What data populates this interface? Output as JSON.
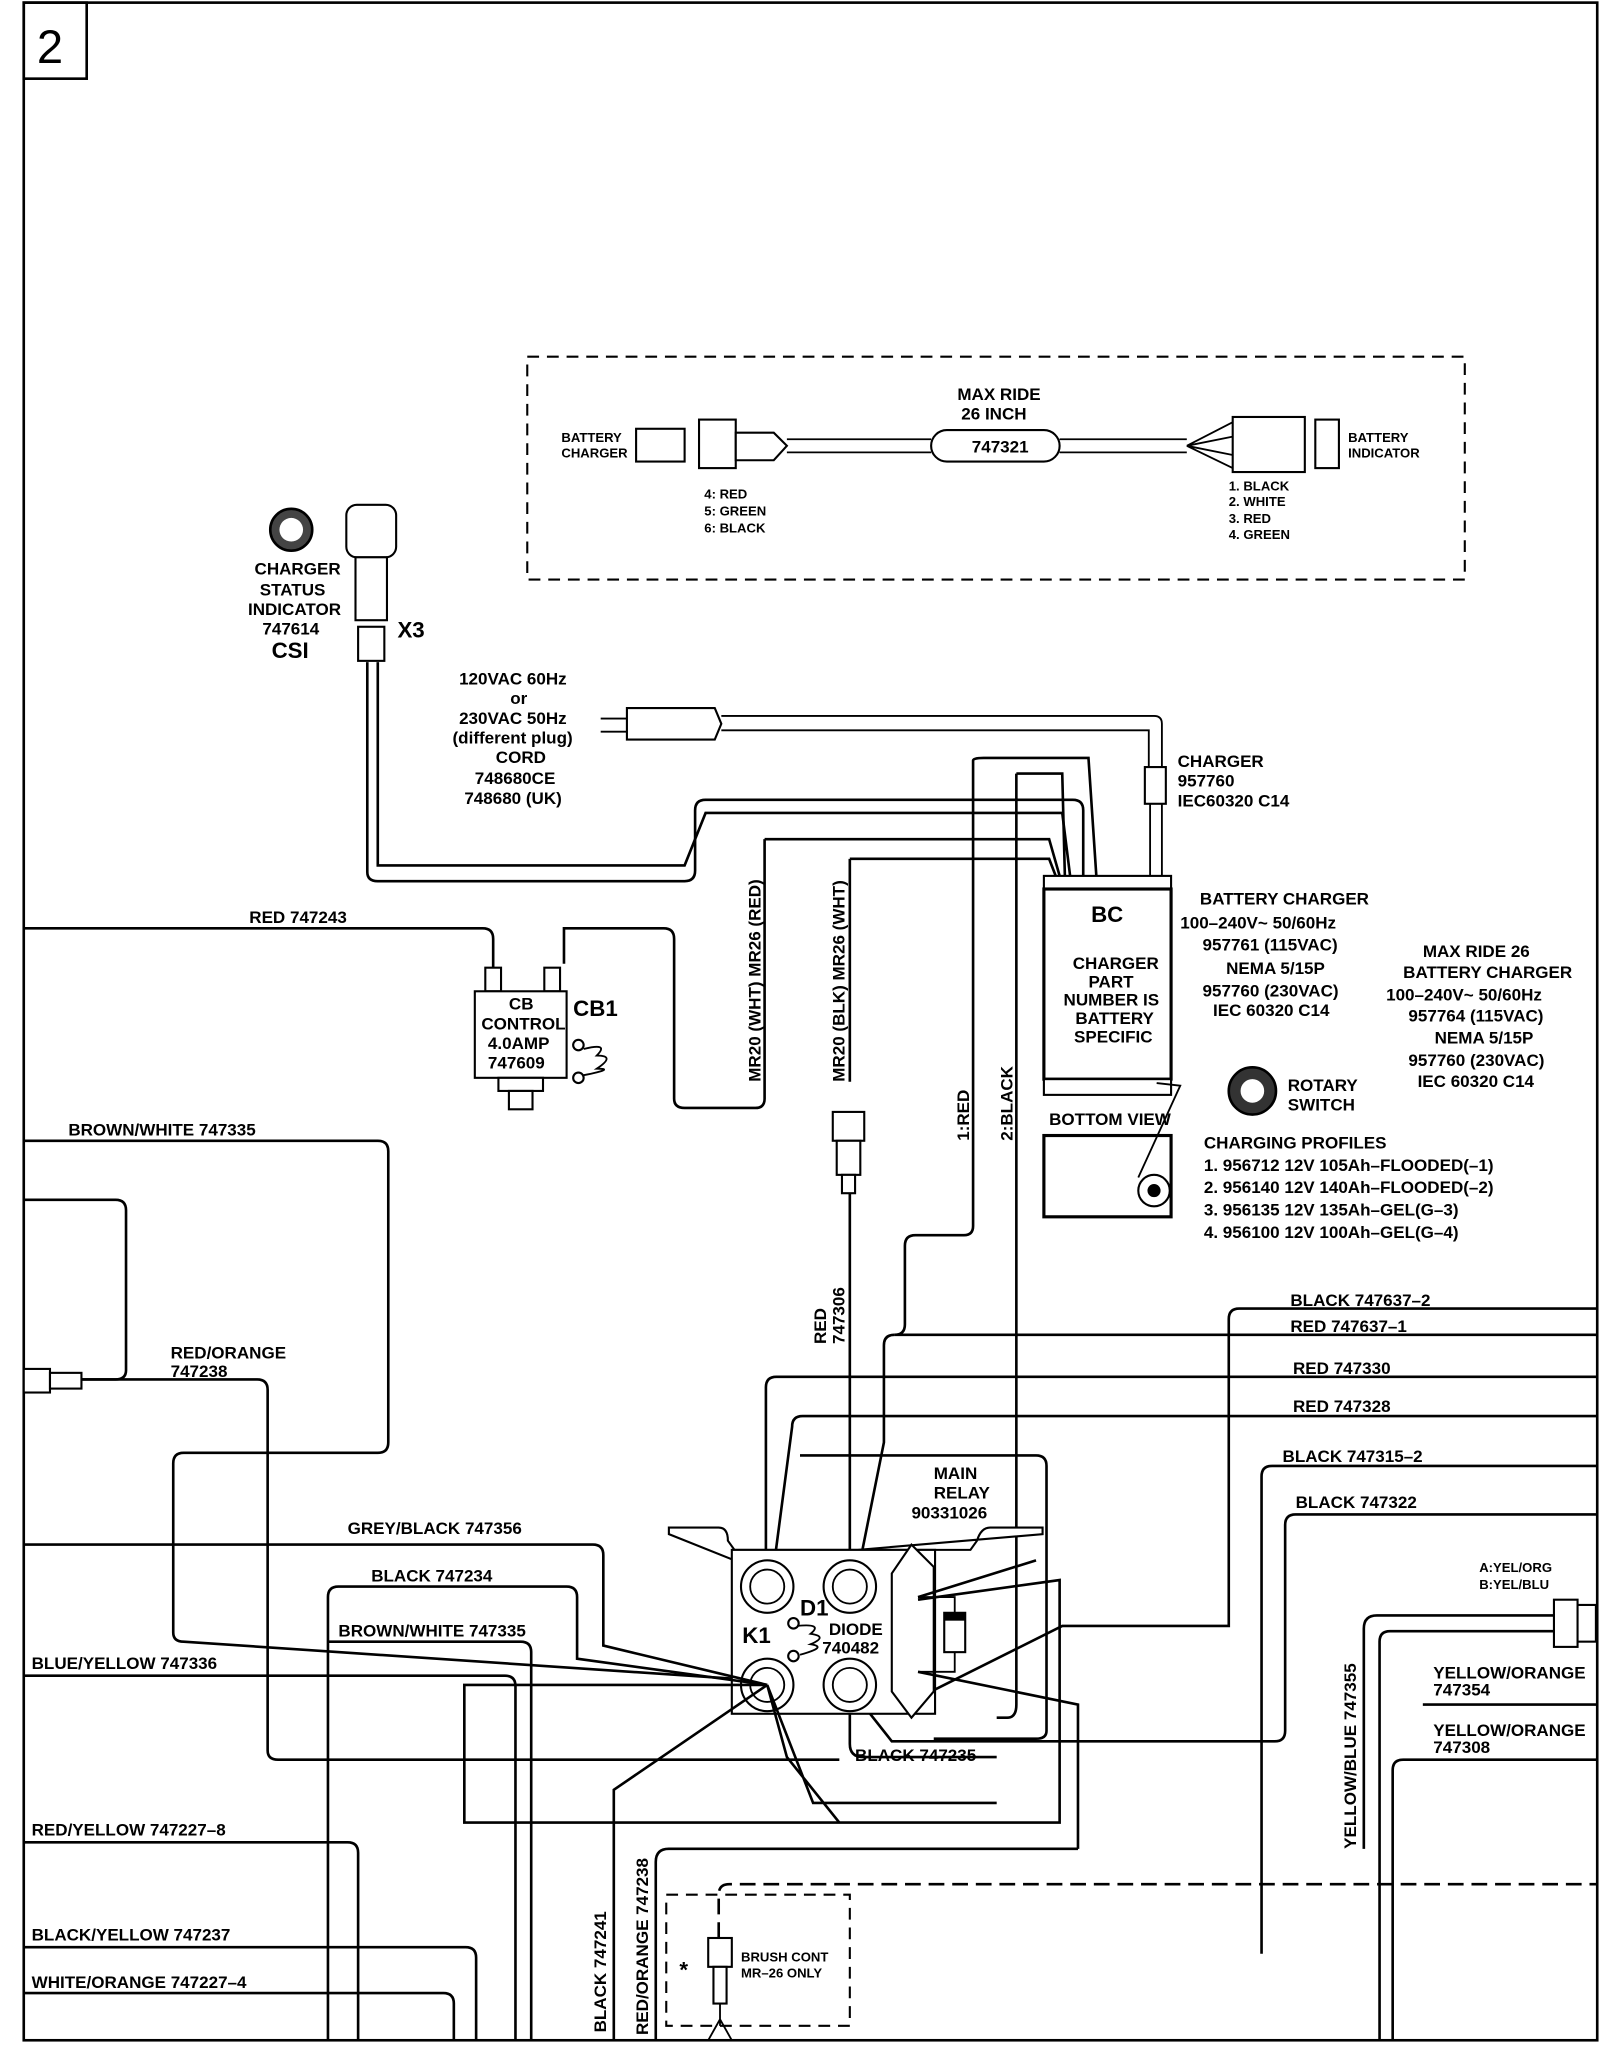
{
  "page_number": "2",
  "harness_inset": {
    "title_line1": "MAX RIDE",
    "title_line2": "26 INCH",
    "harness_part": "747321",
    "left_label_line1": "BATTERY",
    "left_label_line2": "CHARGER",
    "right_label_line1": "BATTERY",
    "right_label_line2": "INDICATOR",
    "left_pins": [
      "4:  RED",
      "5:  GREEN",
      "6:  BLACK"
    ],
    "right_pins": [
      "1.  BLACK",
      "2.  WHITE",
      "3.  RED",
      "4.  GREEN"
    ]
  },
  "csi": {
    "lines": [
      "CHARGER",
      "STATUS",
      "INDICATOR",
      "747614"
    ],
    "code": "CSI",
    "connector": "X3"
  },
  "cord": {
    "lines": [
      "120VAC 60Hz",
      "or",
      "230VAC 50Hz",
      "(different plug)",
      "CORD",
      "748680CE",
      "748680 (UK)"
    ]
  },
  "charger_inlet": {
    "lines": [
      "CHARGER",
      "957760",
      "IEC60320  C14"
    ]
  },
  "battery_charger_box": {
    "code": "BC",
    "lines": [
      "CHARGER",
      "PART",
      "NUMBER IS",
      "BATTERY",
      "SPECIFIC"
    ],
    "bottom_view": "BOTTOM  VIEW"
  },
  "charger_spec": {
    "lines": [
      "BATTERY  CHARGER",
      "100–240V~  50/60Hz",
      "957761  (115VAC)",
      "NEMA  5/15P",
      "957760  (230VAC)",
      "IEC  60320  C14"
    ]
  },
  "max_ride_spec": {
    "lines": [
      "MAX  RIDE  26",
      "BATTERY  CHARGER",
      "100–240V~  50/60Hz",
      "957764  (115VAC)",
      "NEMA  5/15P",
      "957760  (230VAC)",
      "IEC  60320  C14"
    ]
  },
  "rotary_switch": {
    "line1": "ROTARY",
    "line2": "SWITCH"
  },
  "charging_profiles": {
    "title": "CHARGING  PROFILES",
    "items": [
      "1.  956712  12V  105Ah–FLOODED(–1)",
      "2.  956140  12V  140Ah–FLOODED(–2)",
      "3.  956135  12V  135Ah–GEL(G–3)",
      "4.  956100  12V  100Ah–GEL(G–4)"
    ]
  },
  "circuit_breaker": {
    "lines": [
      "CB",
      "CONTROL",
      "4.0AMP",
      "747609"
    ],
    "code": "CB1"
  },
  "main_relay": {
    "lines": [
      "MAIN",
      "RELAY",
      "90331026"
    ],
    "code": "K1",
    "diode_code": "D1",
    "diode_lines": [
      "DIODE",
      "740482"
    ]
  },
  "brush_cont": {
    "star": "*",
    "line1": "BRUSH  CONT",
    "line2": "MR–26  ONLY"
  },
  "connector_ab": {
    "line1": "A:YEL/ORG",
    "line2": "B:YEL/BLU"
  },
  "wire_labels": {
    "red_747243": "RED  747243",
    "brown_white_747335_top": "BROWN/WHITE  747335",
    "red_orange_747238": "RED/ORANGE",
    "red_orange_747238_num": "747238",
    "mr20_wht_mr26_red": "MR20  (WHT)  MR26  (RED)",
    "mr20_blk_mr26_wht": "MR20  (BLK)  MR26  (WHT)",
    "red_747306": "RED",
    "red_747306_num": "747306",
    "one_red": "1:RED",
    "two_black": "2:BLACK",
    "black_747637_2": "BLACK  747637–2",
    "red_747637_1": "RED  747637–1",
    "red_747330": "RED  747330",
    "red_747328": "RED  747328",
    "black_747315_2": "BLACK  747315–2",
    "black_747322": "BLACK  747322",
    "grey_black_747356": "GREY/BLACK  747356",
    "black_747234": "BLACK  747234",
    "brown_white_747335": "BROWN/WHITE  747335",
    "blue_yellow_747336": "BLUE/YELLOW  747336",
    "black_747235": "BLACK  747235",
    "yellow_orange_747354": "YELLOW/ORANGE",
    "yellow_orange_747354_num": "747354",
    "yellow_orange_747308": "YELLOW/ORANGE",
    "yellow_orange_747308_num": "747308",
    "yellow_blue_747355": "YELLOW/BLUE  747355",
    "red_yellow_747227_8": "RED/YELLOW  747227–8",
    "black_yellow_747237": "BLACK/YELLOW  747237",
    "white_orange_747227_4": "WHITE/ORANGE  747227–4",
    "black_747241": "BLACK  747241",
    "red_orange_747238_v": "RED/ORANGE  747238"
  }
}
